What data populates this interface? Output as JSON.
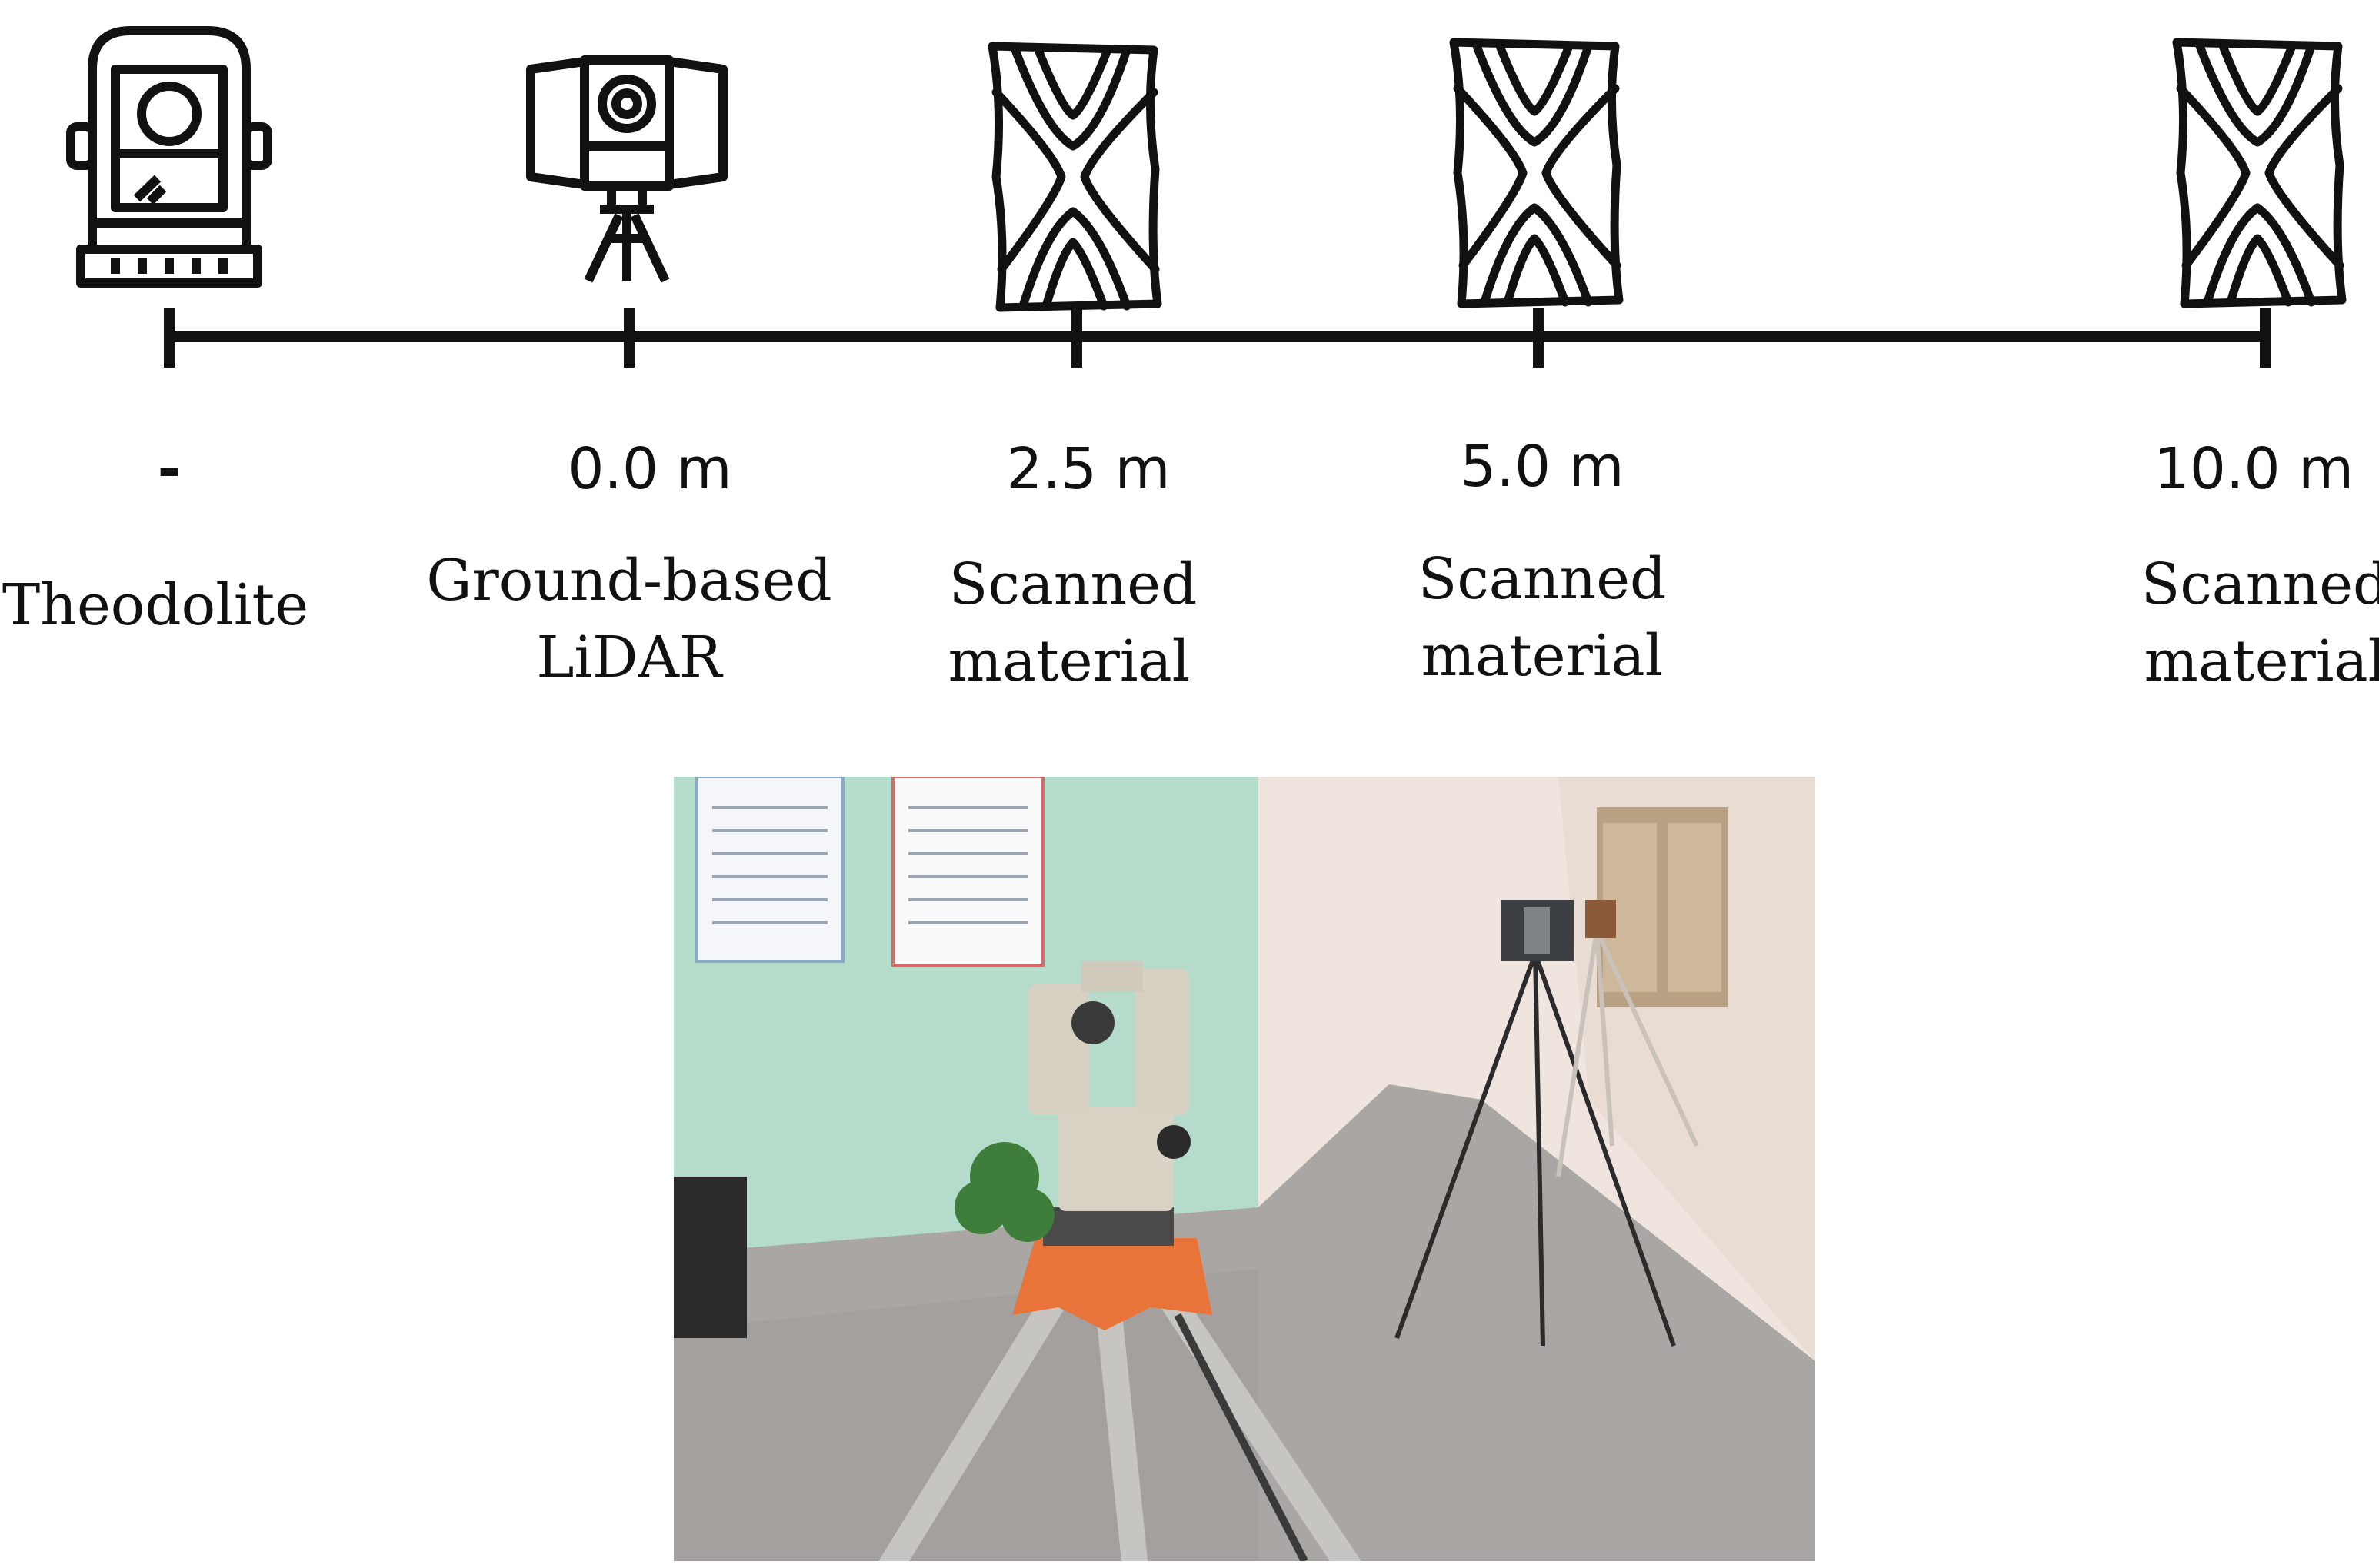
{
  "timeline": {
    "stations": [
      {
        "id": "theodolite",
        "distance": "-",
        "labels": [
          "Theodolite"
        ],
        "icon": "theodolite-icon"
      },
      {
        "id": "lidar",
        "distance": "0.0 m",
        "labels": [
          "Ground-based",
          "LiDAR"
        ],
        "icon": "lidar-scanner-icon"
      },
      {
        "id": "material-1",
        "distance": "2.5 m",
        "labels": [
          "Scanned",
          "material"
        ],
        "icon": "wood-grain-icon"
      },
      {
        "id": "material-2",
        "distance": "5.0 m",
        "labels": [
          "Scanned",
          "material"
        ],
        "icon": "wood-grain-icon"
      },
      {
        "id": "material-3",
        "distance": "10.0 m",
        "labels": [
          "Scanned",
          "material"
        ],
        "icon": "wood-grain-icon"
      }
    ]
  },
  "photo": {
    "subject": "theodolite-and-lidar-in-corridor-photo"
  },
  "colors": {
    "line": "#111111",
    "wall": "#b5dccb",
    "floor": "#a9a6a3",
    "tripod": "#e8743a"
  }
}
